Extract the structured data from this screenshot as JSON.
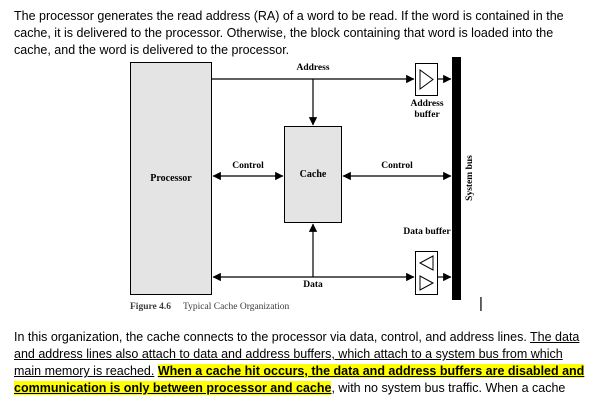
{
  "document": {
    "paragraph1": "The processor generates the read address (RA) of a word to be read. If the word is contained in the cache, it is delivered to the processor. Otherwise, the block containing that word is loaded into the cache, and the word is delivered to the processor.",
    "paragraph2": {
      "segments": [
        {
          "text": "In this organization, the cache connects to the processor via data, control, and address lines. ",
          "style": "normal"
        },
        {
          "text": "The data and address lines also attach to data and address buffers, which attach to a system bus from which main memory is reached.",
          "style": "underline"
        },
        {
          "text": " ",
          "style": "normal"
        },
        {
          "text": "When a cache hit occurs, the data and address buffers are disabled and communication is only between processor and cache",
          "style": "bold-underline-highlight"
        },
        {
          "text": ", with no system bus traffic. When a cache",
          "style": "normal"
        }
      ]
    },
    "cursor": "|"
  },
  "figure": {
    "caption_label": "Figure 4.6",
    "caption_title": "Typical Cache Organization",
    "labels": {
      "processor": "Processor",
      "cache": "Cache",
      "address": "Address",
      "control_left": "Control",
      "control_right": "Control",
      "data": "Data",
      "address_buffer": "Address buffer",
      "data_buffer": "Data buffer",
      "system_bus": "System bus"
    }
  },
  "colors": {
    "highlight": "#ffff00",
    "box_fill": "#e4e4e4",
    "line": "#000000",
    "bus": "#000000"
  }
}
